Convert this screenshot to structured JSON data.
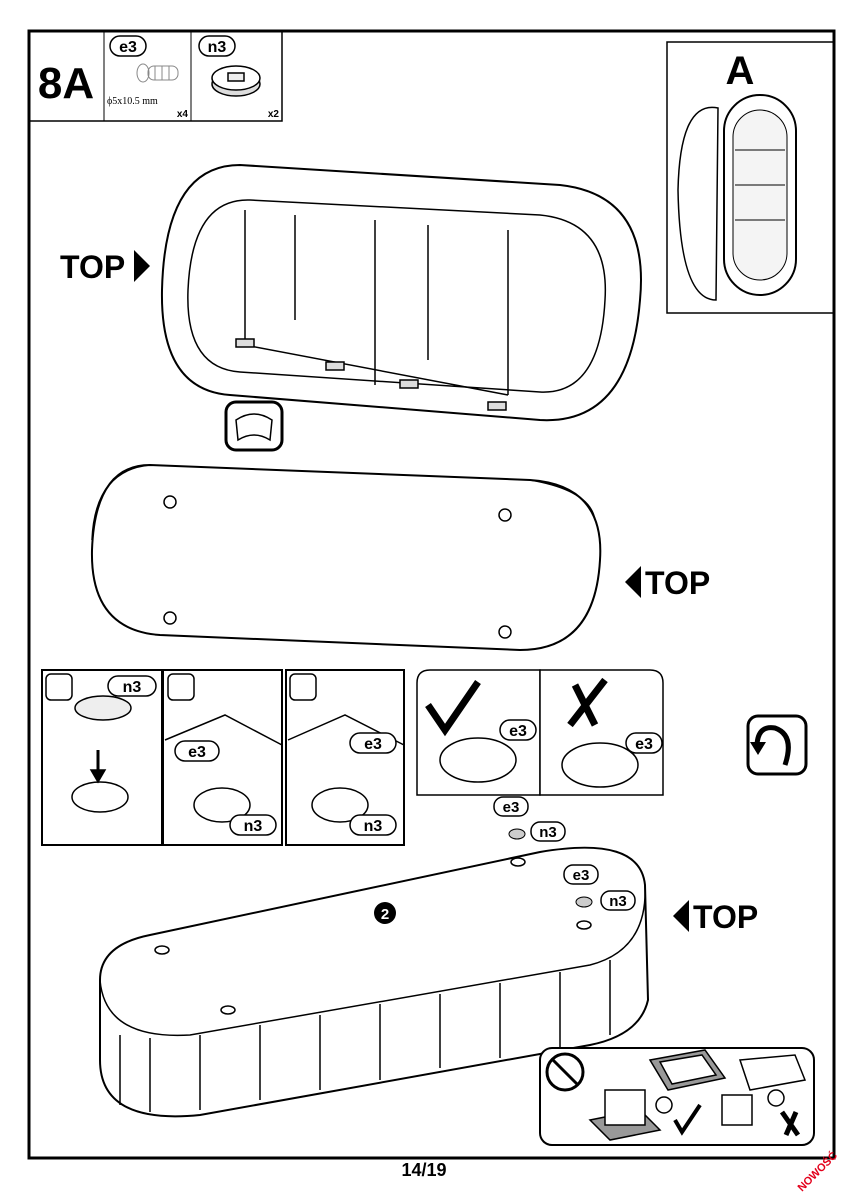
{
  "step": {
    "number": "8A"
  },
  "parts": [
    {
      "id": "e3",
      "spec": "ϕ5x10.5 mm",
      "quantity": "x4"
    },
    {
      "id": "n3",
      "quantity": "x2"
    }
  ],
  "inset": {
    "label": "A"
  },
  "labels": {
    "top": "TOP",
    "e3": "e3",
    "n3": "n3",
    "step_marker": "2"
  },
  "footer": {
    "page": "14/19",
    "badge": "NOWOŚĆ"
  },
  "colors": {
    "line": "#000000",
    "badge": "#e3001b"
  }
}
